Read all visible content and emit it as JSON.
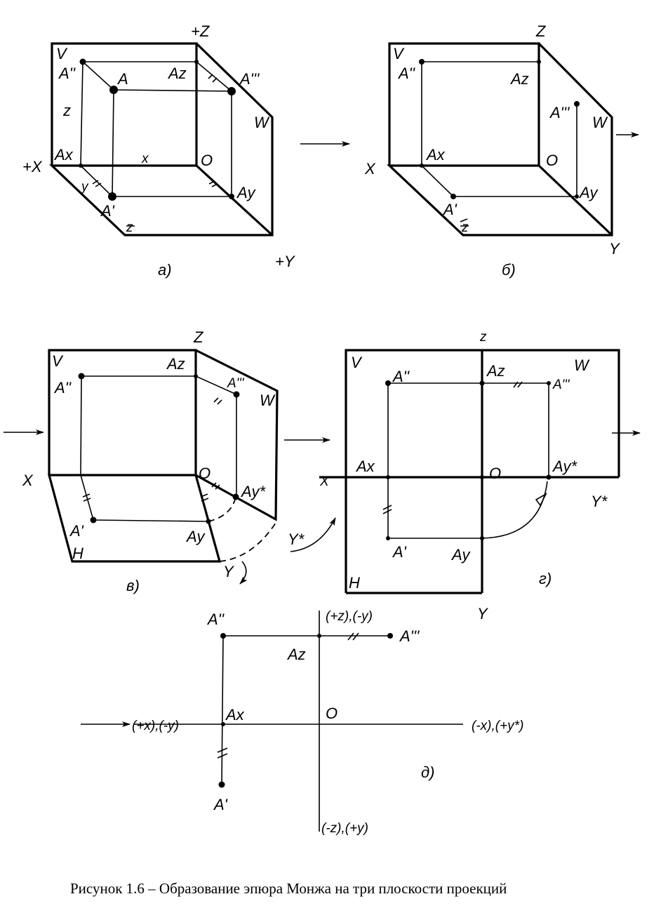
{
  "panel_a": {
    "caption": "а)",
    "axis_z": "+Z",
    "axis_x": "+X",
    "axis_y": "+Y",
    "plane_v": "V",
    "plane_w": "W",
    "point_a2": "A''",
    "point_a": "A",
    "point_az": "Az",
    "point_a3": "A'''",
    "coord_z": "z",
    "coord_x": "x",
    "point_ax": "Ax",
    "origin": "O",
    "point_ay": "Ay",
    "coord_y": "y",
    "point_a1": "A'",
    "coord_z2": "z"
  },
  "panel_b": {
    "caption": "б)",
    "axis_z": "Z",
    "axis_x": "X",
    "axis_y": "Y",
    "plane_v": "V",
    "plane_w": "W",
    "point_a2": "A''",
    "point_az": "Az",
    "point_a3": "A'''",
    "point_ax": "Ax",
    "origin": "O",
    "point_ay": "Ay",
    "point_a1": "A'",
    "coord_z2": "z"
  },
  "panel_c": {
    "caption": "в)",
    "axis_z": "Z",
    "axis_x": "X",
    "axis_y": "Y",
    "axis_ystar": "Y*",
    "plane_v": "V",
    "plane_w": "W",
    "plane_h": "H",
    "point_a2": "A''",
    "point_az": "Az",
    "point_a3": "A'''",
    "origin": "O",
    "point_aystar": "Ay*",
    "point_a1": "A'",
    "point_ay": "Ay"
  },
  "panel_d": {
    "caption": "г)",
    "axis_z": "z",
    "axis_x": "X",
    "axis_y": "Y",
    "axis_ystar": "Y*",
    "plane_v": "V",
    "plane_w": "W",
    "plane_h": "H",
    "point_a2": "A''",
    "point_az": "Az",
    "point_a3": "A'''",
    "point_ax": "Ax",
    "origin": "O",
    "point_aystar": "Ay*",
    "point_a1": "A'",
    "point_ay": "Ay"
  },
  "panel_e": {
    "caption": "д)",
    "point_a2": "A''",
    "top_axis": "(+z),(-y)",
    "point_a3": "A'''",
    "point_az": "Az",
    "point_ax": "Ax",
    "origin": "O",
    "left_axis": "(+x),(-y)",
    "right_axis": "(-x),(+y*)",
    "point_a1": "A'",
    "bottom_axis": "(-z),(+y)"
  },
  "caption": "Рисунок 1.6 – Образование эпюра Монжа на три плоскости проекций"
}
